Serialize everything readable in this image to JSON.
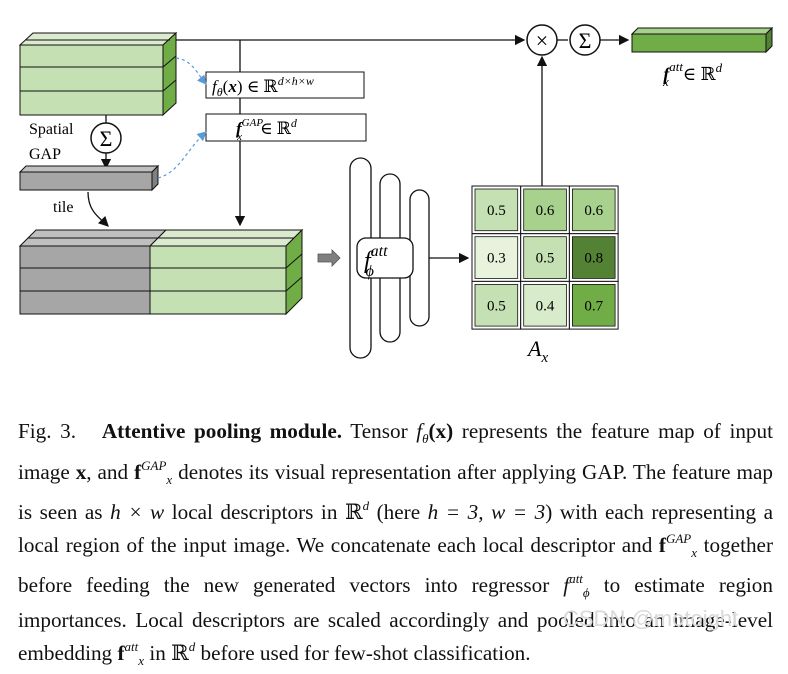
{
  "figure": {
    "labels": {
      "spatial": "Spatial",
      "gap": "GAP",
      "tile": "tile",
      "sigma": "Σ",
      "times": "×",
      "ax_main": "A",
      "ax_sub": "x"
    },
    "feature_box": {
      "f": "f",
      "theta": "θ",
      "x": "x",
      "rest": ") ∈ ℝ",
      "dims": "d×h×w"
    },
    "gap_box": {
      "f": "f",
      "sup": "GAP",
      "sub": "x",
      "rest": "∈ ℝ",
      "dims": "d"
    },
    "regressor": {
      "f": "f",
      "sup": "att",
      "sub": "ϕ"
    },
    "output": {
      "f": "f",
      "sup": "att",
      "sub": "x",
      "rest": "∈ ℝ",
      "dims": "d"
    },
    "attention_grid": [
      [
        "0.5",
        "0.6",
        "0.6"
      ],
      [
        "0.3",
        "0.5",
        "0.8"
      ],
      [
        "0.5",
        "0.4",
        "0.7"
      ]
    ],
    "grid_colors": {
      "0.3": "#e8f3de",
      "0.4": "#d8ebca",
      "0.5": "#c5e0b3",
      "0.6": "#a9d18e",
      "0.7": "#70ad47",
      "0.8": "#548235"
    },
    "colors": {
      "green_light": "#c5e0b3",
      "green_dark": "#70ad47",
      "gray": "#a6a6a6",
      "dashed_arrow": "#5b9bd5"
    }
  },
  "caption": {
    "fig_label": "Fig. 3.",
    "title": "Attentive pooling module.",
    "t1": " Tensor ",
    "f1": "f",
    "theta1": "θ",
    "x1": "(x)",
    "t2": " represents the feature map of input image ",
    "x2": "x",
    "t3": ", and ",
    "f2": "f",
    "f2sup": "GAP",
    "f2sub": "x",
    "t4": " denotes its visual representation after applying GAP. The feature map is seen as ",
    "hw": "h × w",
    "t5": " local descriptors in ℝ",
    "d1": "d",
    "t6": " (here ",
    "h3": "h = 3, w = 3",
    "t7": ") with each representing a local region of the input image. We concatenate each local descriptor and ",
    "f3": "f",
    "f3sup": "GAP",
    "f3sub": "x",
    "t8": " together before feeding the new generated vectors into regressor ",
    "f4": "f",
    "f4sup": "att",
    "f4sub": "ϕ",
    "t9": " to estimate region importances. Local descriptors are scaled accordingly and pooled into an image-level embedding ",
    "f5": "f",
    "f5sup": "att",
    "f5sub": "x",
    "t10": " in ℝ",
    "d2": "d",
    "t11": " before used for few-shot classification."
  },
  "watermark": "CSDN @motoight"
}
